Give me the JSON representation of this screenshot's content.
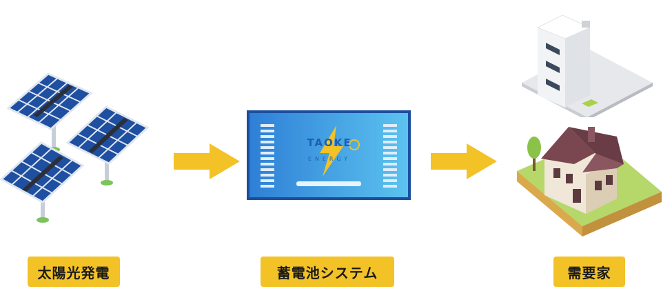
{
  "labels": {
    "solar": "太陽光発電",
    "battery": "蓄電池システム",
    "demand": "需要家"
  },
  "battery_brand": {
    "name": "TAOKE",
    "tagline": "ENERGY"
  },
  "colors": {
    "arrow": "#f2c227",
    "label_bg": "#f2c227",
    "battery_blue": "#4fb3e8",
    "panel_blue": "#1f4fa0"
  },
  "icons": [
    "solar-panel-icon",
    "arrow-right-icon",
    "battery-icon",
    "office-building-icon",
    "house-icon"
  ]
}
